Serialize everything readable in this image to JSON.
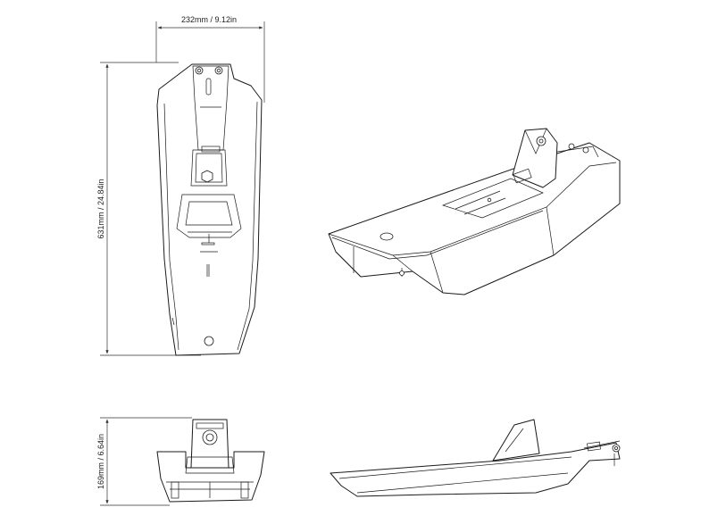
{
  "dimensions": {
    "width_label": "232mm / 9.12in",
    "length_label": "631mm / 24.84in",
    "height_label": "169mm / 6.64in"
  },
  "colors": {
    "line": "#1a1a1a",
    "background": "#ffffff"
  }
}
